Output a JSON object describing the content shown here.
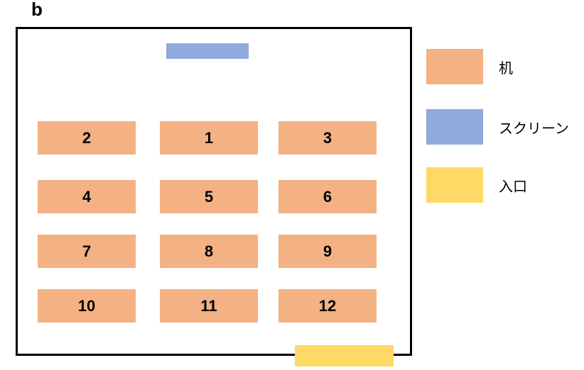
{
  "figure_label": "b",
  "colors": {
    "desk": "#F4B183",
    "screen": "#8FAADC",
    "entrance": "#FFD966",
    "room_border": "#000000"
  },
  "desks": [
    {
      "label": "2"
    },
    {
      "label": "1"
    },
    {
      "label": "3"
    },
    {
      "label": "4"
    },
    {
      "label": "5"
    },
    {
      "label": "6"
    },
    {
      "label": "7"
    },
    {
      "label": "8"
    },
    {
      "label": "9"
    },
    {
      "label": "10"
    },
    {
      "label": "11"
    },
    {
      "label": "12"
    }
  ],
  "legend": {
    "items": [
      {
        "label": "机",
        "color": "#F4B183"
      },
      {
        "label": "スクリーン",
        "color": "#8FAADC"
      },
      {
        "label": "入口",
        "color": "#FFD966"
      }
    ]
  }
}
